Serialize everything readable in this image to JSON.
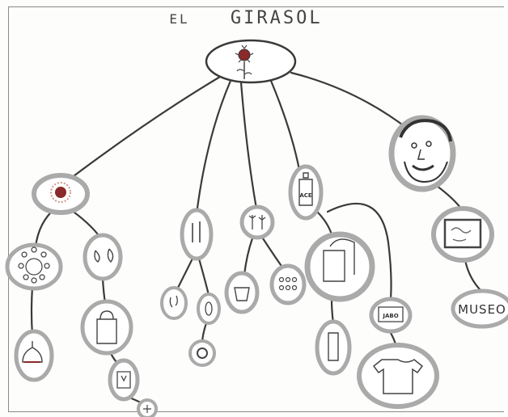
{
  "drawing": {
    "title_word1": "EL",
    "title_word2": "GIRASOL",
    "node_labels": {
      "museo": "MUSEO",
      "ace": "ACE",
      "jabon": "JABO"
    }
  },
  "colors": {
    "ink": "#3a3a3a",
    "pencil_shade": "#bdbdbd",
    "flower_center": "#8a2a2a"
  }
}
